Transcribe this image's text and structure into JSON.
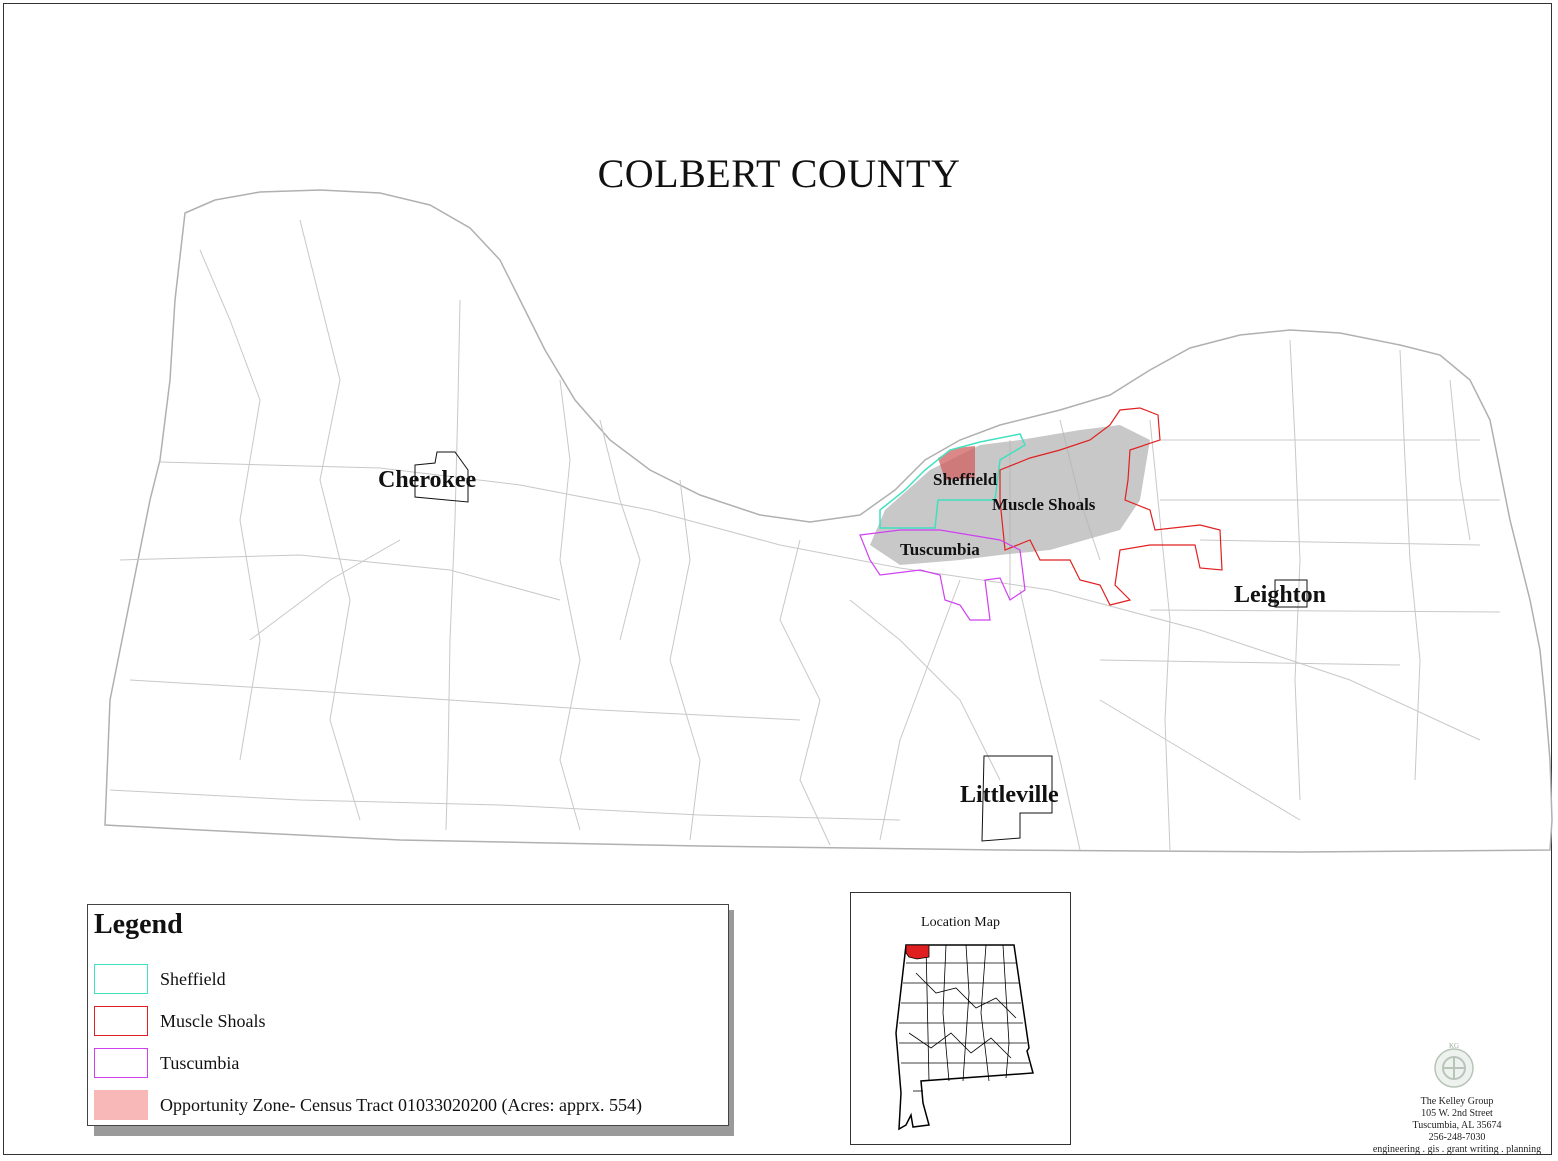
{
  "map": {
    "title": "COLBERT COUNTY",
    "towns": [
      {
        "name": "Cherokee"
      },
      {
        "name": "Sheffield"
      },
      {
        "name": "Muscle Shoals"
      },
      {
        "name": "Tuscumbia"
      },
      {
        "name": "Leighton"
      },
      {
        "name": "Littleville"
      }
    ]
  },
  "legend": {
    "title": "Legend",
    "items": [
      {
        "label": "Sheffield",
        "stroke": "#40e0c0",
        "fill": "#ffffff"
      },
      {
        "label": "Muscle Shoals",
        "stroke": "#e02020",
        "fill": "#ffffff"
      },
      {
        "label": "Tuscumbia",
        "stroke": "#d040f0",
        "fill": "#ffffff"
      },
      {
        "label": "Opportunity Zone- Census Tract 01033020200 (Acres: apprx. 554)",
        "stroke": "#f8b8b8",
        "fill": "#f8b8b8"
      }
    ]
  },
  "location_map": {
    "title": "Location Map",
    "highlight_color": "#e02020"
  },
  "company": {
    "logo_text": "KG",
    "name": "The Kelley Group",
    "address1": "105 W. 2nd Street",
    "address2": "Tuscumbia, AL 35674",
    "phone": "256-248-7030",
    "services": "engineering . gis . grant writing . planning"
  },
  "colors": {
    "roads": "#c8c8c8",
    "county_outline": "#b0b0b0",
    "urban": "#9a9a9a",
    "sheffield": "#40e0c0",
    "muscle_shoals": "#e02020",
    "tuscumbia": "#d040f0",
    "opportunity_zone": "#d06060"
  }
}
